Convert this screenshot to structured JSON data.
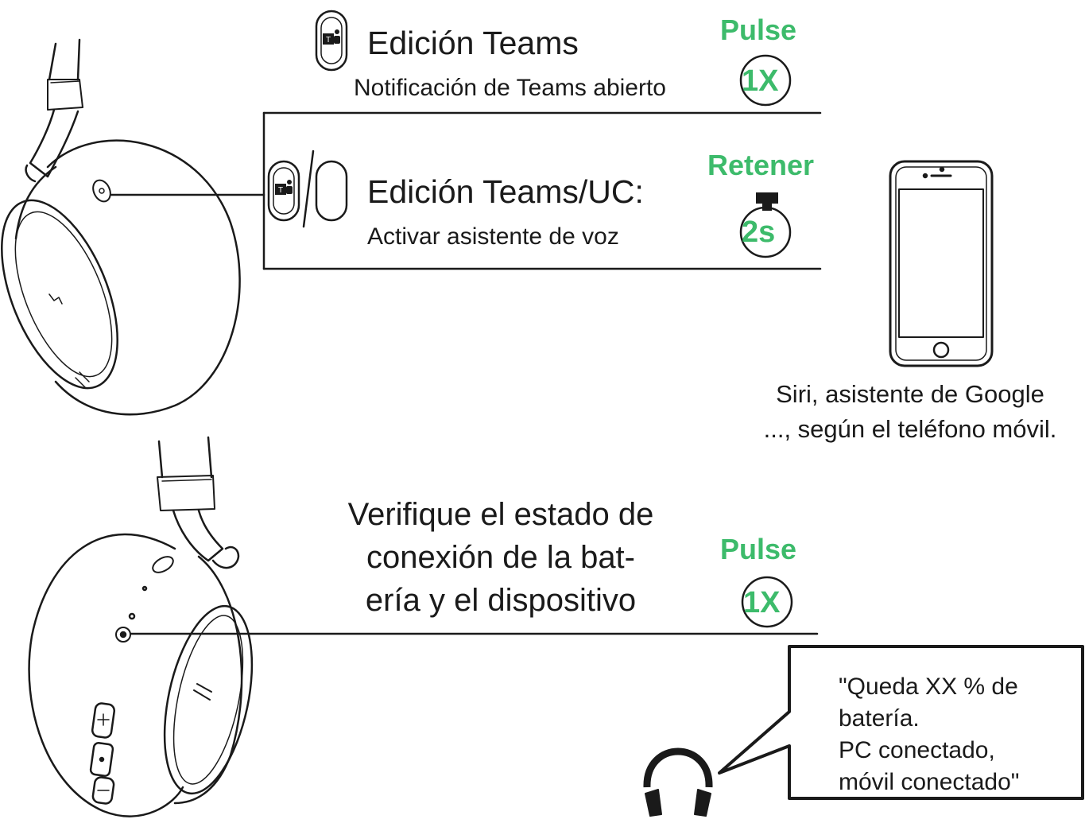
{
  "sections": {
    "teams_press": {
      "title": "Edición Teams",
      "description": "Notificación de Teams abierto",
      "action": "Pulse",
      "count_badge": "1X",
      "icon": "teams-button-icon"
    },
    "teams_uc_hold": {
      "title": "Edición Teams/UC:",
      "description": "Activar asistente de voz",
      "action": "Retener",
      "duration_badge": "2s",
      "icons": [
        "teams-button-icon",
        "uc-button-icon"
      ]
    },
    "phone_note": {
      "line1": "Siri, asistente de Google",
      "line2": "..., según el teléfono móvil."
    },
    "battery_check": {
      "text_line1": "Verifique el estado de",
      "text_line2": "conexión de la bat-",
      "text_line3": "ería y el dispositivo",
      "action": "Pulse",
      "count_badge": "1X"
    },
    "voice_prompt": {
      "line1": "\"Queda XX % de",
      "line2": "batería.",
      "line3": "PC conectado,",
      "line4": "móvil conectado\""
    }
  },
  "colors": {
    "accent": "#3dbb6b",
    "line": "#1a1a1a"
  },
  "icons": [
    "headset-top-icon",
    "headset-bottom-icon",
    "smartphone-icon",
    "headphones-icon",
    "press-finger-icon"
  ]
}
